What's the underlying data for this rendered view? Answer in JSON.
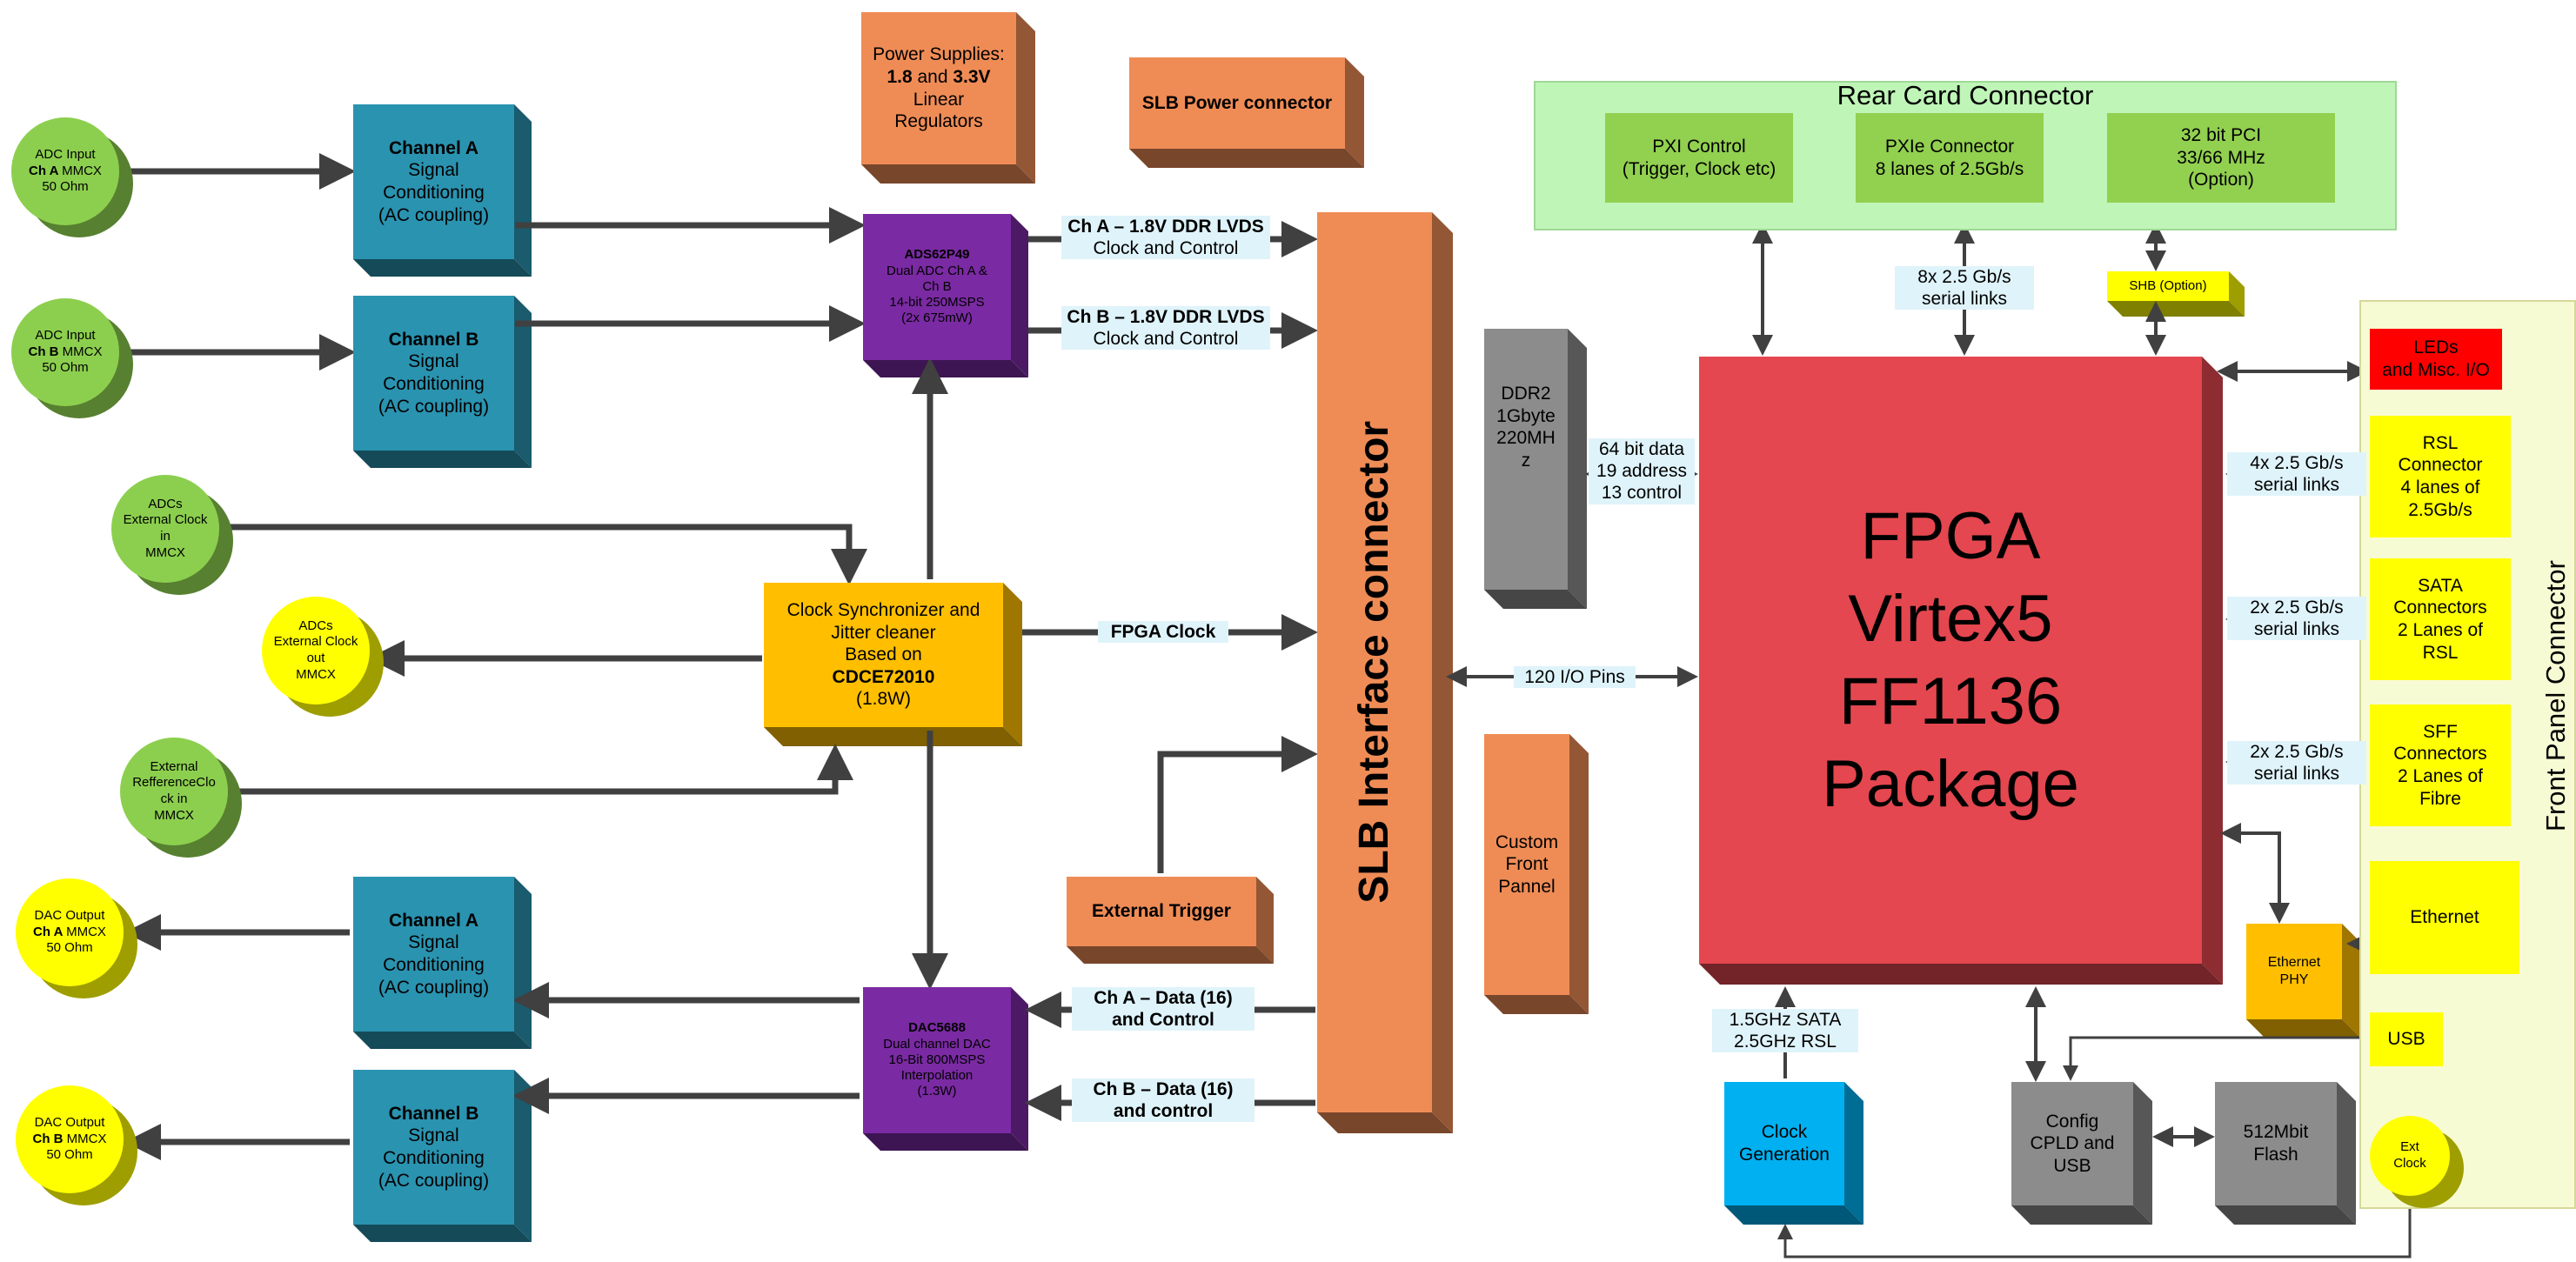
{
  "colors": {
    "teal": "#2a93b0",
    "purple": "#7a2aa3",
    "orange_slb": "#ef8c56",
    "gray": "#8c8c8c",
    "red_fpga": "#e4474f",
    "green_light": "#bff5b7",
    "green_block": "#92d050",
    "yellow": "#ffff00",
    "clock_sync": "#ffbf00",
    "front_panel_bg": "#f7fbd3",
    "label_bg": "#dff3fa",
    "arrow": "#404040",
    "leds": "#ff0000",
    "clock_gen": "#00b0f0"
  },
  "inputs": {
    "adc_a": [
      "ADC Input",
      "Ch A MMCX",
      "50 Ohm"
    ],
    "adc_b": [
      "ADC Input",
      "Ch B MMCX",
      "50 Ohm"
    ],
    "ext_clk_in": [
      "ADCs",
      "External Clock",
      "in",
      "MMCX"
    ],
    "ext_clk_out": [
      "ADCs",
      "External Clock",
      "out",
      "MMCX"
    ],
    "ext_ref_in": [
      "External",
      "RefferenceClo",
      "ck in",
      "MMCX"
    ],
    "dac_a": [
      "DAC Output",
      "Ch A MMCX",
      "50 Ohm"
    ],
    "dac_b": [
      "DAC Output",
      "Ch B MMCX",
      "50 Ohm"
    ]
  },
  "blocks": {
    "chan_a_in": {
      "title": "Channel A",
      "lines": [
        "Signal",
        "Conditioning",
        "(AC coupling)"
      ]
    },
    "chan_b_in": {
      "title": "Channel B",
      "lines": [
        "Signal",
        "Conditioning",
        "(AC coupling)"
      ]
    },
    "chan_a_out": {
      "title": "Channel A",
      "lines": [
        "Signal",
        "Conditioning",
        "(AC coupling)"
      ]
    },
    "chan_b_out": {
      "title": "Channel B",
      "lines": [
        "Signal",
        "Conditioning",
        "(AC coupling)"
      ]
    },
    "power": {
      "line1": "Power Supplies:",
      "v1": "1.8",
      "and": " and ",
      "v2": "3.3V",
      "line3": "Linear",
      "line4": "Regulators"
    },
    "slb_power": "SLB Power connector",
    "adc": {
      "title": "ADS62P49",
      "lines": [
        "Dual ADC Ch A &",
        "Ch B",
        "14-bit 250MSPS",
        "(2x 675mW)"
      ]
    },
    "dac": {
      "title": "DAC5688",
      "lines": [
        "Dual channel DAC",
        "16-Bit 800MSPS",
        "Interpolation",
        "(1.3W)"
      ]
    },
    "clock_sync": {
      "lines": [
        "Clock Synchronizer and",
        "Jitter cleaner",
        "Based on"
      ],
      "part": "CDCE72010",
      "power": "(1.8W)"
    },
    "ext_trigger": "External Trigger",
    "slb_interface": "SLB Interface connector",
    "ddr2": [
      "DDR2",
      "1Gbyte",
      "220MH",
      "z"
    ],
    "custom_panel": [
      "Custom",
      "Front",
      "Pannel"
    ],
    "fpga": [
      "FPGA",
      "Virtex5",
      "FF1136",
      "Package"
    ],
    "rear_card": {
      "title": "Rear Card Connector",
      "pxi_control": [
        "PXI Control",
        "(Trigger, Clock etc)"
      ],
      "pxie": [
        "PXIe Connector",
        "8 lanes of 2.5Gb/s"
      ],
      "pci": [
        "32 bit PCI",
        "33/66 MHz",
        "(Option)"
      ]
    },
    "shb": "SHB (Option)",
    "front_panel": {
      "title": "Front Panel Connector",
      "leds": [
        "LEDs",
        "and Misc. I/O"
      ],
      "rsl": [
        "RSL",
        "Connector",
        "4 lanes of",
        "2.5Gb/s"
      ],
      "sata": [
        "SATA",
        "Connectors",
        "2 Lanes of",
        "RSL"
      ],
      "sff": [
        "SFF",
        "Connectors",
        "2 Lanes of",
        "Fibre"
      ],
      "ethernet": "Ethernet",
      "usb": "USB",
      "ext_clock": [
        "Ext",
        "Clock"
      ]
    },
    "eth_phy": [
      "Ethernet",
      "PHY"
    ],
    "clock_gen": [
      "Clock",
      "Generation"
    ],
    "config": [
      "Config",
      "CPLD and",
      "USB"
    ],
    "flash": [
      "512Mbit",
      "Flash"
    ]
  },
  "labels": {
    "cha_lvds": [
      "Ch A – 1.8V DDR LVDS",
      "Clock and Control"
    ],
    "chb_lvds": [
      "Ch B – 1.8V DDR LVDS",
      "Clock and Control"
    ],
    "fpga_clock": "FPGA Clock",
    "cha_data": [
      "Ch A – Data (16)",
      "and Control"
    ],
    "chb_data": [
      "Ch B – Data (16)",
      "and control"
    ],
    "io_pins": "120 I/O Pins",
    "ddr_bus": [
      "64 bit data",
      "19 address",
      "13 control"
    ],
    "serial_8x": [
      "8x 2.5 Gb/s",
      "serial links"
    ],
    "serial_4x": [
      "4x 2.5 Gb/s",
      "serial links"
    ],
    "serial_2x_sata": [
      "2x 2.5 Gb/s",
      "serial links"
    ],
    "serial_2x_sff": [
      "2x 2.5 Gb/s",
      "serial links"
    ],
    "sata_rsl": [
      "1.5GHz SATA",
      "2.5GHz RSL"
    ]
  }
}
